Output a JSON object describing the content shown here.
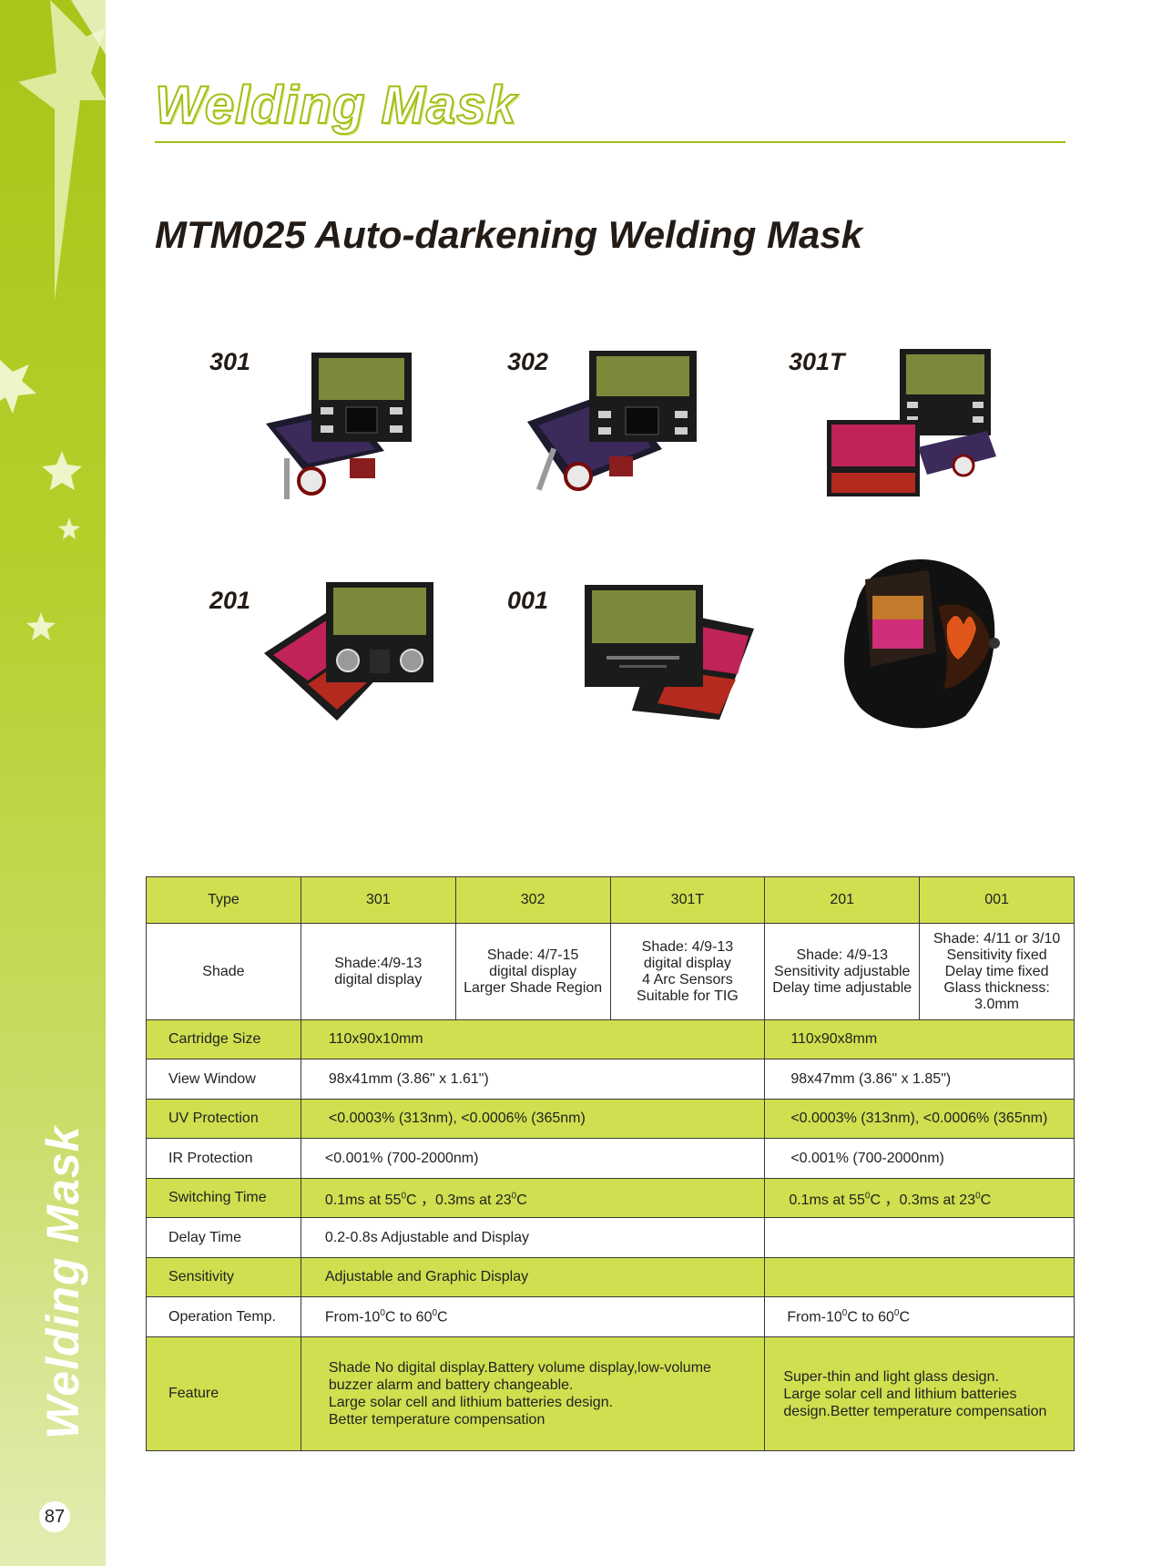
{
  "sidebar": {
    "vertical_title": "Welding Mask",
    "page_number": "87"
  },
  "header": {
    "section_title": "Welding Mask"
  },
  "main_title": "MTM025 Auto-darkening Welding Mask",
  "products": [
    {
      "label": "301"
    },
    {
      "label": "302"
    },
    {
      "label": "301T"
    },
    {
      "label": "201"
    },
    {
      "label": "001"
    }
  ],
  "colors": {
    "accent_green": "#a9c51a",
    "table_green": "#cfdf4f",
    "title_dark": "#231b16"
  },
  "table": {
    "header": [
      "Type",
      "301",
      "302",
      "301T",
      "201",
      "001"
    ],
    "shade": {
      "label": "Shade",
      "c301": [
        "Shade:4/9-13",
        "digital display"
      ],
      "c302": [
        "Shade: 4/7-15",
        "digital display",
        "Larger Shade Region"
      ],
      "c301T": [
        "Shade: 4/9-13",
        "digital display",
        "4 Arc Sensors",
        "Suitable for TIG"
      ],
      "c201": [
        "Shade: 4/9-13",
        "Sensitivity adjustable",
        "Delay time adjustable"
      ],
      "c001": [
        "Shade: 4/11 or 3/10",
        "Sensitivity  fixed",
        "Delay time fixed",
        "Glass thickness:",
        "3.0mm"
      ]
    },
    "rows": [
      {
        "label": "Cartridge Size",
        "left": "110x90x10mm",
        "right": "110x90x8mm"
      },
      {
        "label": "View Window",
        "left": "98x41mm (3.86\" x 1.61\")",
        "right": "98x47mm (3.86\" x 1.85\")"
      },
      {
        "label": "UV Protection",
        "left": "<0.0003% (313nm), <0.0006% (365nm)",
        "right": "<0.0003% (313nm), <0.0006% (365nm)"
      },
      {
        "label": "IR Protection",
        "left": "<0.001% (700-2000nm)",
        "right": "<0.001% (700-2000nm)"
      }
    ],
    "switching": {
      "label": "Switching Time",
      "left": {
        "a": "0.1ms at 55",
        "b": "C ，0.3ms at 23",
        "c": "C"
      },
      "right": {
        "a": "0.1ms at 55",
        "b": "C ，0.3ms at 23",
        "c": "C"
      },
      "sup": "0"
    },
    "delay": {
      "label": "Delay Time",
      "left": "0.2-0.8s Adjustable and Display",
      "right": ""
    },
    "sensitivity": {
      "label": "Sensitivity",
      "left": "Adjustable and Graphic Display",
      "right": ""
    },
    "optemp": {
      "label": "Operation Temp.",
      "left": {
        "a": "From-10",
        "b": "C to 60",
        "c": "C"
      },
      "right": {
        "a": "From-10",
        "b": "C to 60",
        "c": "C"
      },
      "sup": "0"
    },
    "feature": {
      "label": "Feature",
      "left": [
        "Shade No digital display.Battery volume display,low-volume",
        "buzzer alarm and battery changeable.",
        "Large solar cell and lithium batteries design.",
        "Better temperature compensation"
      ],
      "right": [
        "Super-thin and light glass design.",
        "Large solar cell and lithium batteries",
        "design.Better temperature compensation"
      ]
    }
  }
}
